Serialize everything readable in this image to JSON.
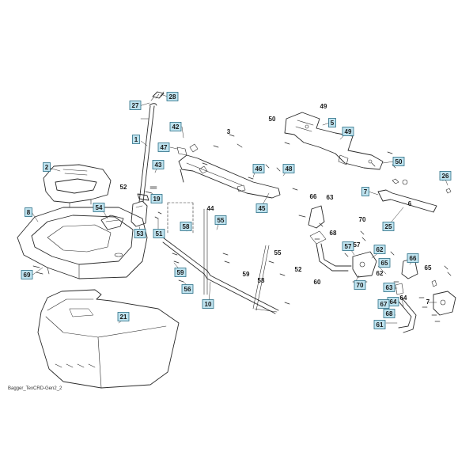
{
  "diagram": {
    "caption": "Bagger_TexCRD-Gen2_2",
    "callout_box_color": "#bfe3ef",
    "callout_border_color": "#2b6f86",
    "line_color": "#2a2a2a",
    "boxed_labels": [
      "28",
      "27",
      "1",
      "2",
      "8",
      "69",
      "42",
      "47",
      "43",
      "19",
      "54",
      "53",
      "51",
      "58",
      "55",
      "59",
      "56",
      "10",
      "46",
      "48",
      "45",
      "21",
      "5",
      "49",
      "50",
      "26",
      "7",
      "25",
      "57",
      "62",
      "65",
      "70",
      "66",
      "63",
      "68",
      "64",
      "67",
      "61"
    ],
    "plain_labels": [
      "3",
      "44",
      "52",
      "57",
      "62",
      "63",
      "66",
      "68",
      "70",
      "6",
      "60",
      "49",
      "50",
      "59",
      "58",
      "52",
      "55",
      "65",
      "64",
      "7"
    ]
  }
}
